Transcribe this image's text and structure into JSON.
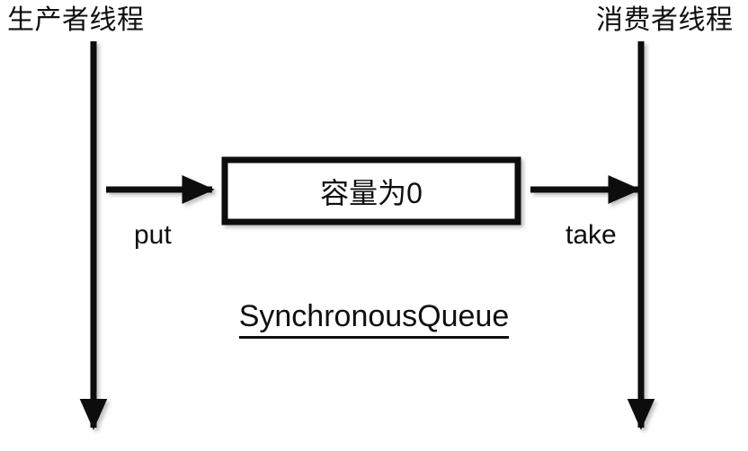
{
  "diagram": {
    "title": "SynchronousQueue",
    "producer": {
      "thread_label": "生产者线程",
      "operation_label": "put"
    },
    "consumer": {
      "thread_label": "消费者线程",
      "operation_label": "take"
    },
    "queue_box": {
      "text": "容量为0"
    },
    "caption": "SynchronousQueue",
    "colors": {
      "stroke": "#0f0f0f",
      "background": "#ffffff",
      "box_fill": "#ffffff",
      "shadow": "#c9c9c9"
    },
    "icons": {
      "producer_lifeline": "downward-arrow-icon",
      "consumer_lifeline": "downward-arrow-icon",
      "put_flow": "right-arrow-icon",
      "take_flow": "right-arrow-icon"
    }
  }
}
